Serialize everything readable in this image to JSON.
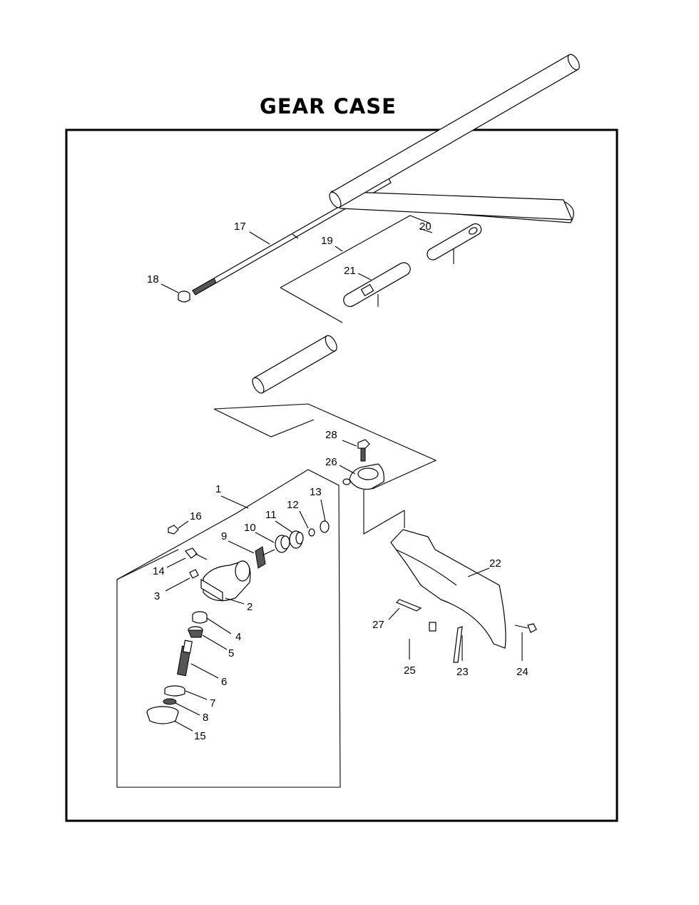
{
  "title": "GEAR CASE",
  "part_labels": {
    "p1": "1",
    "p2": "2",
    "p3": "3",
    "p4": "4",
    "p5": "5",
    "p6": "6",
    "p7": "7",
    "p8": "8",
    "p9": "9",
    "p10": "10",
    "p11": "11",
    "p12": "12",
    "p13": "13",
    "p14": "14",
    "p15": "15",
    "p16": "16",
    "p17": "17",
    "p18": "18",
    "p19": "19",
    "p20": "20",
    "p21": "21",
    "p22": "22",
    "p23": "23",
    "p24": "24",
    "p25": "25",
    "p26": "26",
    "p27": "27",
    "p28": "28"
  }
}
